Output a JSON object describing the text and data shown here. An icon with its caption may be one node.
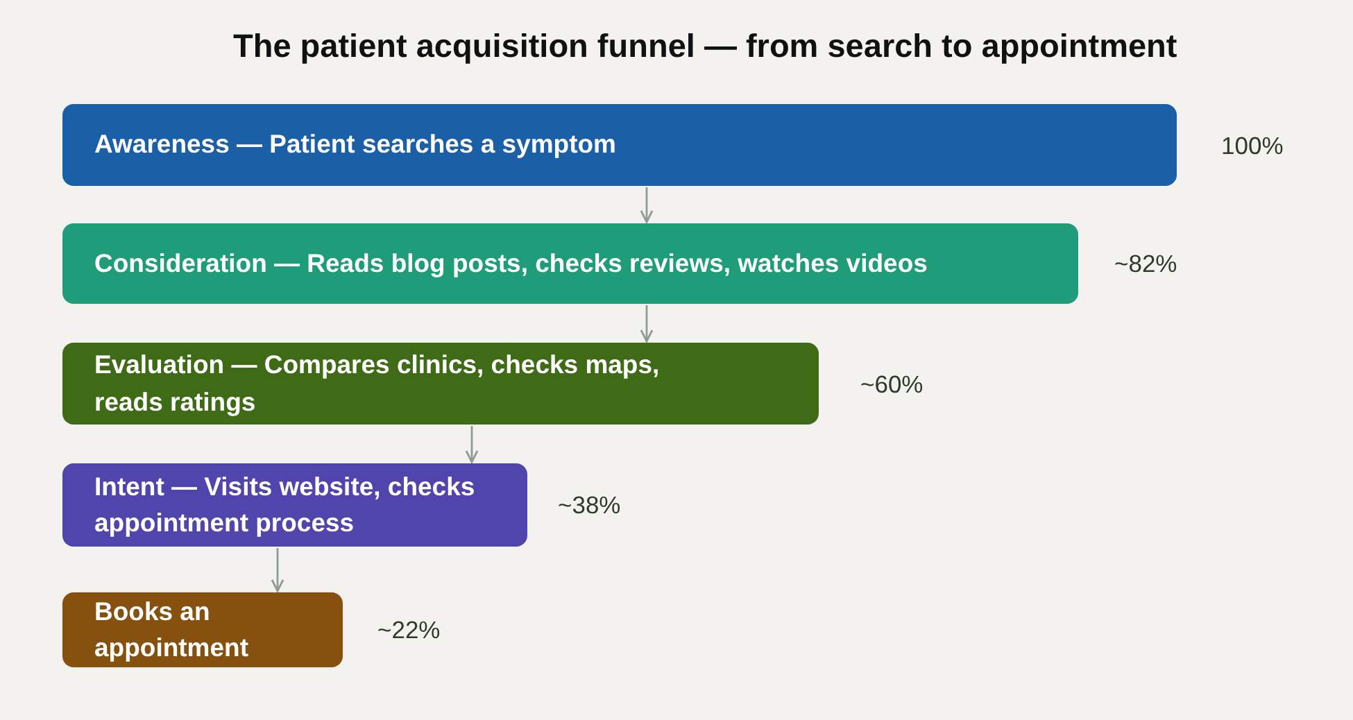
{
  "diagram": {
    "title": "The patient acquisition funnel — from search to appointment",
    "nodes": [
      {
        "text": [
          "Awareness — Patient searches a symptom"
        ],
        "beside": [
          "100%"
        ]
      },
      {
        "text": [
          "Consideration — Reads blog posts, checks reviews, watches videos"
        ],
        "beside": [
          "~82%"
        ]
      },
      {
        "text": [
          "Evaluation — Compares clinics, checks maps, reads ratings"
        ],
        "beside": [
          "~60%"
        ]
      },
      {
        "text": [
          "Intent — Visits website, checks appointment process"
        ],
        "beside": [
          "~38%"
        ]
      },
      {
        "text": [
          "Books an appointment"
        ],
        "beside": [
          "~22%"
        ]
      }
    ],
    "edges": [
      {
        "from": 0,
        "to": 1,
        "arrow": "to"
      },
      {
        "from": 1,
        "to": 2,
        "arrow": "to"
      },
      {
        "from": 2,
        "to": 3,
        "arrow": "to"
      },
      {
        "from": 3,
        "to": 4,
        "arrow": "to"
      }
    ]
  }
}
